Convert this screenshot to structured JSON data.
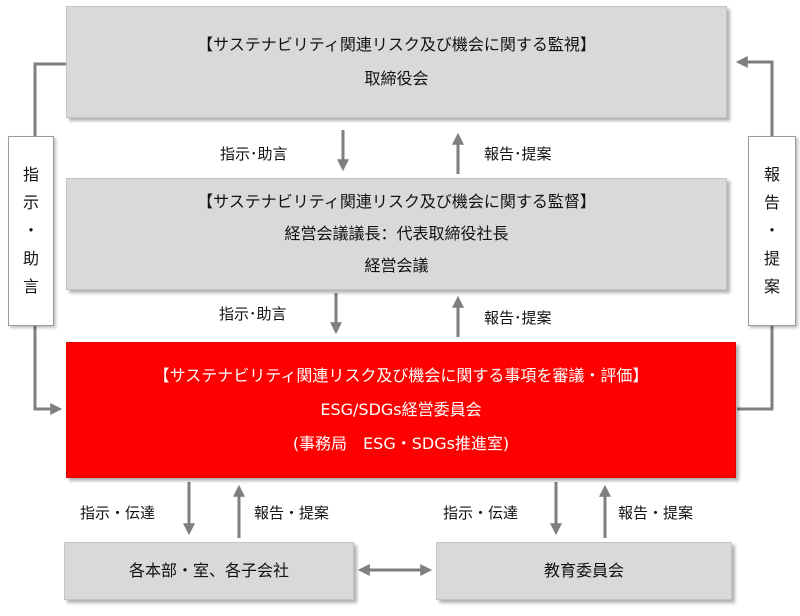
{
  "top_box": {
    "heading": "【サステナビリティ関連リスク及び機会に関する監視】",
    "body": "取締役会"
  },
  "middle_box": {
    "heading": "【サステナビリティ関連リスク及び機会に関する監督】",
    "chair": "経営会議議長：代表取締役社長",
    "body": "経営会議"
  },
  "red_box": {
    "heading": "【サステナビリティ関連リスク及び機会に関する事項を審議・評価】",
    "body": "ESG/SDGs経営委員会",
    "secretariat": "(事務局　ESG・SDGs推進室)"
  },
  "bottom_left_box": {
    "label": "各本部・室、各子会社"
  },
  "bottom_right_box": {
    "label": "教育委員会"
  },
  "arrow_labels": {
    "top_down": "指示･助言",
    "top_up": "報告･提案",
    "mid_down": "指示･助言",
    "mid_up": "報告･提案",
    "bl_down": "指示・伝達",
    "bl_up": "報告・提案",
    "br_down": "指示・伝達",
    "br_up": "報告・提案"
  },
  "left_side": [
    "指",
    "示",
    "・",
    "助",
    "言"
  ],
  "right_side": [
    "報",
    "告",
    "・",
    "提",
    "案"
  ],
  "colors": {
    "box_gray": "#d9d9d9",
    "red": "#ff0000",
    "arrow": "#7f7f7f"
  }
}
